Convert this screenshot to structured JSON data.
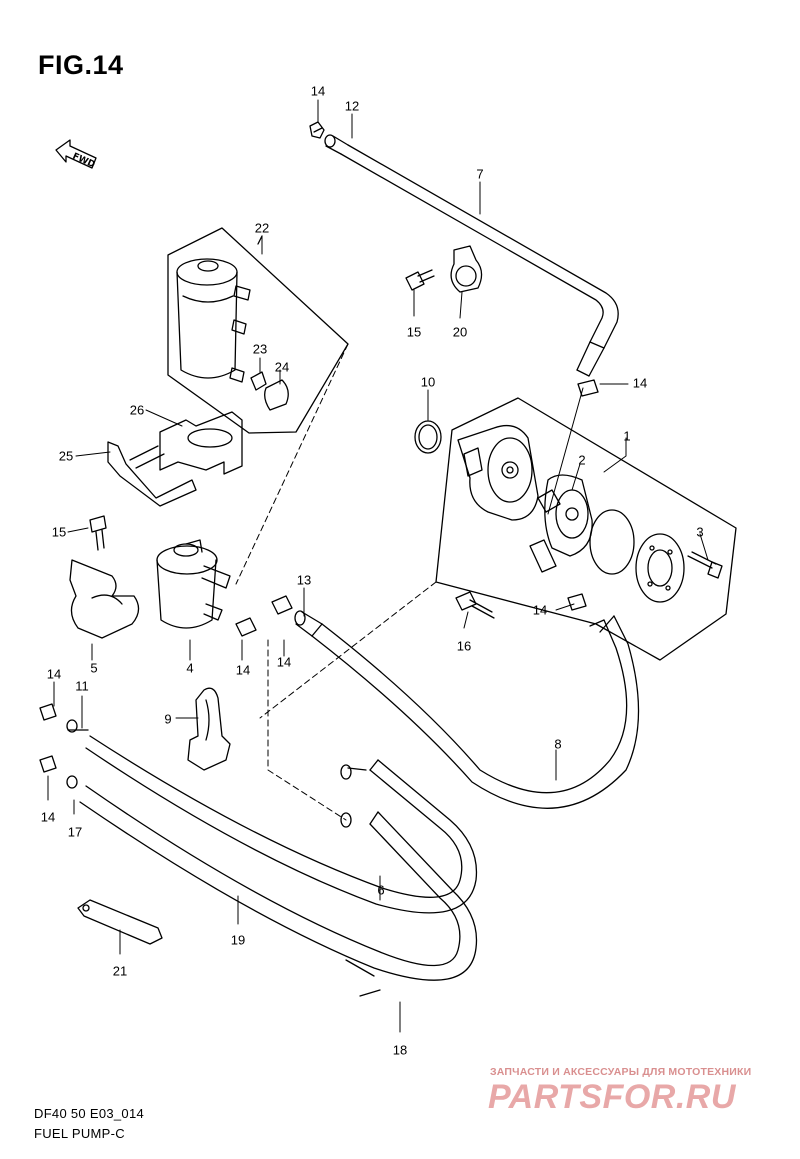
{
  "figure": {
    "title": "FIG.14",
    "fwd_label": "FWD"
  },
  "callouts": [
    {
      "id": "c14a",
      "text": "14"
    },
    {
      "id": "c12",
      "text": "12"
    },
    {
      "id": "c7",
      "text": "7"
    },
    {
      "id": "c22",
      "text": "22"
    },
    {
      "id": "c15a",
      "text": "15"
    },
    {
      "id": "c20",
      "text": "20"
    },
    {
      "id": "c23",
      "text": "23"
    },
    {
      "id": "c24",
      "text": "24"
    },
    {
      "id": "c10",
      "text": "10"
    },
    {
      "id": "c14b",
      "text": "14"
    },
    {
      "id": "c1",
      "text": "1"
    },
    {
      "id": "c26",
      "text": "26"
    },
    {
      "id": "c2",
      "text": "2"
    },
    {
      "id": "c25",
      "text": "25"
    },
    {
      "id": "c15b",
      "text": "15"
    },
    {
      "id": "c3",
      "text": "3"
    },
    {
      "id": "c13",
      "text": "13"
    },
    {
      "id": "c14c",
      "text": "14"
    },
    {
      "id": "c16",
      "text": "16"
    },
    {
      "id": "c5",
      "text": "5"
    },
    {
      "id": "c4",
      "text": "4"
    },
    {
      "id": "c14d",
      "text": "14"
    },
    {
      "id": "c14e",
      "text": "14"
    },
    {
      "id": "c14f",
      "text": "14"
    },
    {
      "id": "c11",
      "text": "11"
    },
    {
      "id": "c9",
      "text": "9"
    },
    {
      "id": "c8",
      "text": "8"
    },
    {
      "id": "c14g",
      "text": "14"
    },
    {
      "id": "c17",
      "text": "17"
    },
    {
      "id": "c6",
      "text": "6"
    },
    {
      "id": "c19",
      "text": "19"
    },
    {
      "id": "c21",
      "text": "21"
    },
    {
      "id": "c18",
      "text": "18"
    }
  ],
  "footer": {
    "model_code": "DF40 50 E03_014",
    "section": "FUEL PUMP-C"
  },
  "watermark": {
    "subtitle": "ЗАПЧАСТИ И АКСЕССУАРЫ ДЛЯ МОТОТЕХНИКИ",
    "logo": "PARTSFOR.RU"
  }
}
